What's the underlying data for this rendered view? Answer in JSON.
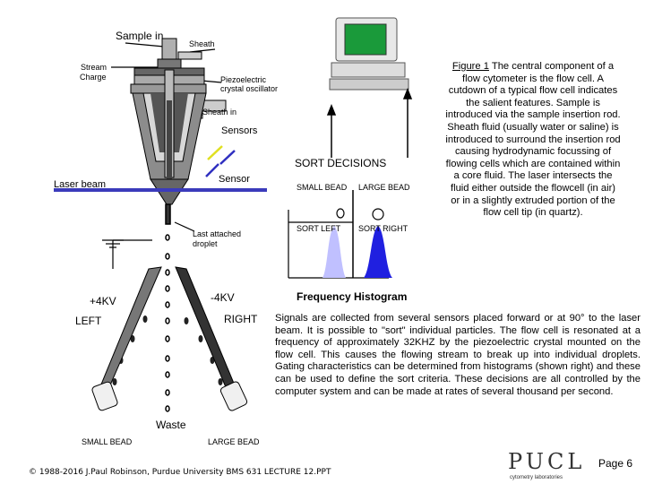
{
  "labels": {
    "sample_in": "Sample in",
    "sheath": "Sheath",
    "stream_charge_1": "Stream",
    "stream_charge_2": "Charge",
    "piezo_1": "Piezoelectric",
    "piezo_2": "crystal oscillator",
    "sheath_in": "Sheath in",
    "sensors": "Sensors",
    "sort_decisions": "SORT DECISIONS",
    "sensor": "Sensor",
    "laser_beam": "Laser beam",
    "small_bead": "SMALL BEAD",
    "large_bead": "LARGE BEAD",
    "sort_left": "SORT LEFT",
    "sort_right": "SORT RIGHT",
    "last_attached_1": "Last attached",
    "last_attached_2": "droplet",
    "frequency_histogram": "Frequency Histogram",
    "plus_4kv": "+4KV",
    "minus_4kv": "-4KV",
    "left": "LEFT",
    "right": "RIGHT",
    "waste": "Waste",
    "bottom_small_bead": "SMALL BEAD",
    "bottom_large_bead": "LARGE BEAD"
  },
  "caption": {
    "figure_label": "Figure 1",
    "text": "The central component of a flow cytometer is the flow cell. A cutdown of a typical flow  cell indicates the salient features. Sample is introduced via the sample insertion rod. Sheath fluid (usually water or saline) is introduced to surround the insertion rod causing hydrodynamic focussing of flowing cells which are contained within a core fluid. The laser intersects the fluid either outside the  flowcell (in air) or in a slightly extruded portion of the  flow cell tip (in quartz)."
  },
  "signals_text": "Signals are collected from several sensors placed forward or at 90° to the laser beam. It is possible to \"sort\" individual particles. The flow cell is resonated at a frequency of approximately 32KHZ by the piezoelectric crystal mounted on the flow cell. This causes the flowing stream to break up into individual droplets. Gating characteristics can be determined from histograms (shown right)  and these can be used to define the  sort criteria. These decisions are all controlled by the computer system and can be made at  rates of several thousand per second.",
  "footer": "© 1988-2016 J.Paul Robinson, Purdue University  BMS 631  LECTURE 12.PPT",
  "logo": {
    "word": "PUCL",
    "sub": "cytometry laboratories"
  },
  "page": "Page 6",
  "colors": {
    "laser": "#3b3bbb",
    "sensor_line": "#3030c0",
    "monitor_screen": "#1a9a3a",
    "small_peak": "#c0c0ff",
    "large_peak": "#2020e0",
    "gray_body": "#8c8c8c",
    "dark_body": "#333333"
  },
  "icons": [
    "computer-icon"
  ]
}
